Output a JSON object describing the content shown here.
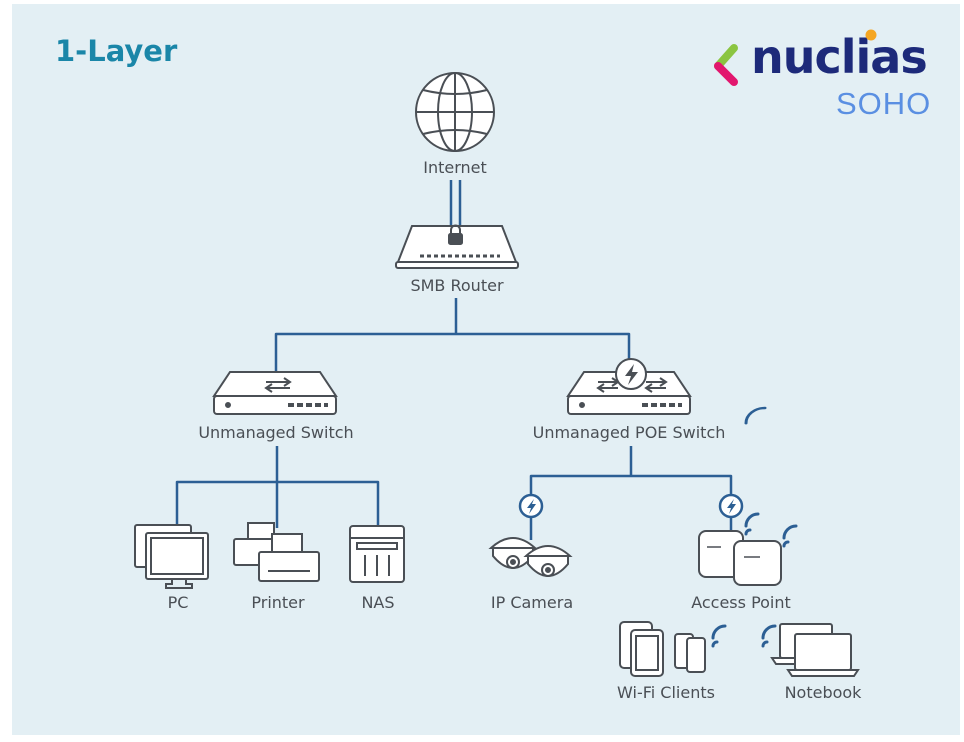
{
  "title": "1-Layer",
  "logo": {
    "word": "nuclias",
    "sub": "SOHO"
  },
  "nodes": {
    "internet": "Internet",
    "router": "SMB Router",
    "switch": "Unmanaged Switch",
    "poe_switch": "Unmanaged POE Switch",
    "pc": "PC",
    "printer": "Printer",
    "nas": "NAS",
    "ip_camera": "IP Camera",
    "access_point": "Access Point",
    "wifi_clients": "Wi-Fi Clients",
    "notebook": "Notebook"
  },
  "colors": {
    "background": "#e3eff4",
    "link_line": "#2c5f94",
    "device_stroke": "#4a4f55",
    "title": "#1a86a8",
    "logo_word": "#1d2a7a",
    "logo_sub": "#5a8fe2",
    "wifi_signal": "#2c5f94"
  }
}
